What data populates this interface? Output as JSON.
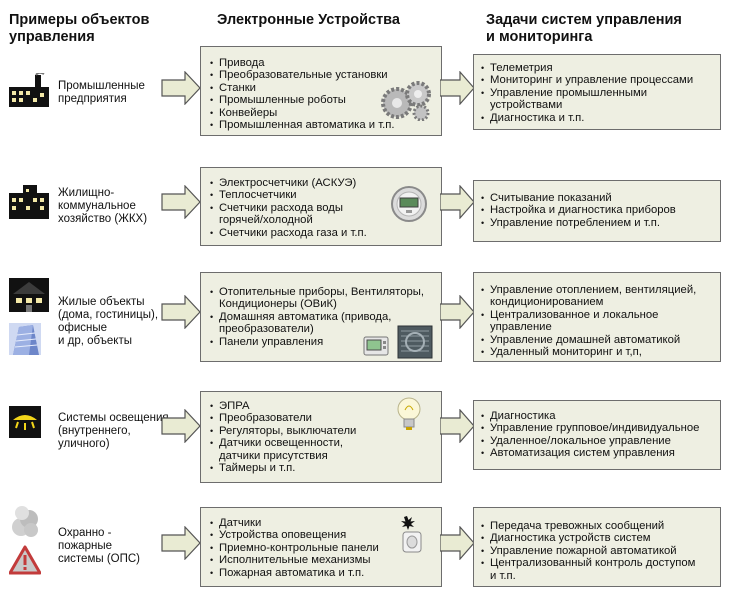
{
  "headers": {
    "col1": "Примеры объектов\nуправления",
    "col2": "Электронные Устройства",
    "col3": "Задачи систем управления\nи мониторинга"
  },
  "rows": [
    {
      "label": "Промышленные\nпредприятия",
      "devices": [
        {
          "text": "Привода",
          "bullet": true
        },
        {
          "text": "Преобразовательные установки",
          "bullet": true
        },
        {
          "text": "Станки",
          "bullet": true
        },
        {
          "text": "Промышленные роботы",
          "bullet": true
        },
        {
          "text": "Конвейеры",
          "bullet": true
        },
        {
          "text": "Промышленная автоматика и т.п.",
          "bullet": true
        }
      ],
      "tasks": [
        {
          "text": "Телеметрия",
          "bullet": true
        },
        {
          "text": "Мониторинг и управление процессами",
          "bullet": true
        },
        {
          "text": "Управление промышленными",
          "bullet": true
        },
        {
          "text": "устройствами",
          "bullet": false
        },
        {
          "text": "Диагностика и т.п.",
          "bullet": true
        }
      ]
    },
    {
      "label": "Жилищно-\nкоммунальное\nхозяйство (ЖКХ)",
      "devices": [
        {
          "text": "Электросчетчики (АСКУЭ)",
          "bullet": true
        },
        {
          "text": "Теплосчетчики",
          "bullet": true
        },
        {
          "text": "Счетчики расхода воды",
          "bullet": true
        },
        {
          "text": "горячей/холодной",
          "bullet": false
        },
        {
          "text": "Счетчики расхода газа и т.п.",
          "bullet": true
        }
      ],
      "tasks": [
        {
          "text": "Считывание показаний",
          "bullet": true
        },
        {
          "text": "Настройка и диагностика приборов",
          "bullet": true
        },
        {
          "text": "Управление потреблением и т.п.",
          "bullet": true
        }
      ]
    },
    {
      "label": "Жилые объекты\n(дома, гостиницы),\nофисные\nи др, объекты",
      "devices": [
        {
          "text": "Отопительные приборы, Вентиляторы,",
          "bullet": true
        },
        {
          "text": "Кондиционеры (ОВиК)",
          "bullet": false
        },
        {
          "text": "Домашняя автоматика (привода,",
          "bullet": true
        },
        {
          "text": "преобразователи)",
          "bullet": false
        },
        {
          "text": "Панели управления",
          "bullet": true
        }
      ],
      "tasks": [
        {
          "text": "Управление отоплением, вентиляцией,",
          "bullet": true
        },
        {
          "text": "кондиционированием",
          "bullet": false
        },
        {
          "text": "Централизованное и локальное",
          "bullet": true
        },
        {
          "text": "управление",
          "bullet": false
        },
        {
          "text": "Управление домашней автоматикой",
          "bullet": true
        },
        {
          "text": "Удаленный мониторинг и т,п,",
          "bullet": true
        }
      ]
    },
    {
      "label": "Системы освещения\n(внутреннего,\n уличного)",
      "devices": [
        {
          "text": "ЭПРА",
          "bullet": true
        },
        {
          "text": "Преобразователи",
          "bullet": true
        },
        {
          "text": "Регуляторы, выключатели",
          "bullet": true
        },
        {
          "text": "Датчики освещенности,",
          "bullet": true
        },
        {
          "text": "датчики присутствия",
          "bullet": false
        },
        {
          "text": "Таймеры и т.п.",
          "bullet": true
        }
      ],
      "tasks": [
        {
          "text": "Диагностика",
          "bullet": true
        },
        {
          "text": "Управление групповое/индивидуальное",
          "bullet": true
        },
        {
          "text": "Удаленное/локальное управление",
          "bullet": true
        },
        {
          "text": "Автоматизация систем управления",
          "bullet": true
        }
      ]
    },
    {
      "label": "Охранно -\nпожарные\nсистемы (ОПС)",
      "devices": [
        {
          "text": "Датчики",
          "bullet": true
        },
        {
          "text": "Устройства оповещения",
          "bullet": true
        },
        {
          "text": "Приемно-контрольные панели",
          "bullet": true
        },
        {
          "text": "Исполнительные механизмы",
          "bullet": true
        },
        {
          "text": "Пожарная автоматика и т.п.",
          "bullet": true
        }
      ],
      "tasks": [
        {
          "text": "Передача тревожных сообщений",
          "bullet": true
        },
        {
          "text": "Диагностика устройств систем",
          "bullet": true
        },
        {
          "text": "Управление пожарной автоматикой",
          "bullet": true
        },
        {
          "text": "Централизованный контроль доступом",
          "bullet": true
        },
        {
          "text": "и т.п.",
          "bullet": false
        }
      ]
    }
  ],
  "colors": {
    "box_fill": "#eeefe2",
    "box_border": "#6d6d6d",
    "arrow_fill": "#e9ebd3",
    "arrow_stroke": "#555555"
  }
}
